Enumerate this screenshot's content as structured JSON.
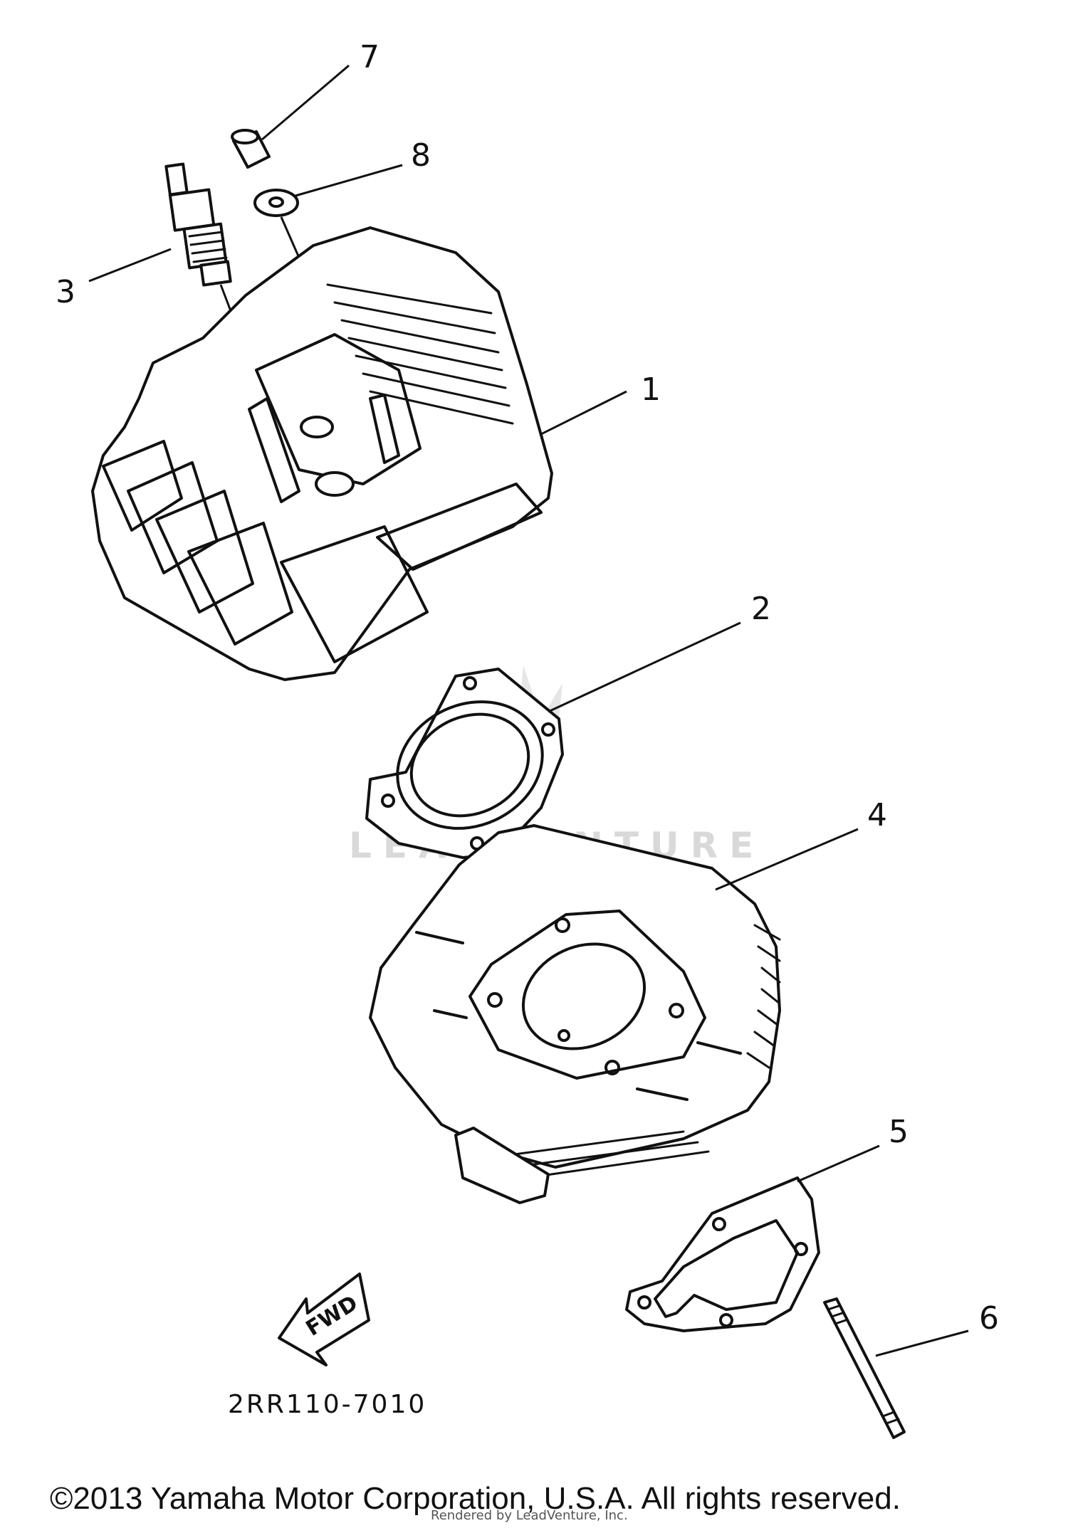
{
  "diagram": {
    "callouts": [
      "1",
      "2",
      "3",
      "4",
      "5",
      "6",
      "7",
      "8"
    ],
    "direction_label": "FWD",
    "part_number": "2RR110-7010",
    "watermark": "LEADVENTURE",
    "copyright": "©2013 Yamaha Motor Corporation, U.S.A. All rights reserved.",
    "overlap_note": "Rendered by LeadVenture, Inc."
  }
}
